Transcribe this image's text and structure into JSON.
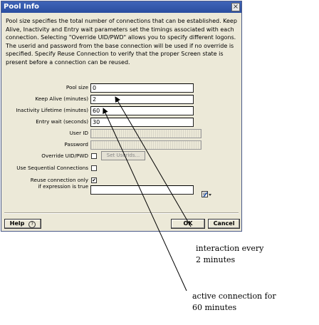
{
  "dialog": {
    "title": "Pool Info",
    "close_glyph": "×",
    "description": "Pool size specifies the total number of connections that can be established.  Keep Alive, Inactivity and Entry wait parameters set the timings associated with each connection.  Selecting \"Override UID/PWD\" allows you to specify different logons. The userid and password from the base connection will be used if no override is specified. Specify Reuse Connection to verify that the proper Screen state is present before a connection can be reused.",
    "fields": {
      "pool_size": {
        "label": "Pool size",
        "value": "0"
      },
      "keep_alive": {
        "label": "Keep Alive (minutes)",
        "value": "2"
      },
      "inactivity": {
        "label": "Inactivity Lifetime (minutes)",
        "value": "60"
      },
      "entry_wait": {
        "label": "Entry wait (seconds)",
        "value": "30"
      },
      "user_id": {
        "label": "User ID"
      },
      "password": {
        "label": "Password"
      }
    },
    "override": {
      "label": "Override UID/PWD",
      "checked": false,
      "button_label": "Set Userids..."
    },
    "sequential": {
      "label": "Use Sequential Connections",
      "checked": false
    },
    "reuse": {
      "label_line1": "Reuse connection only",
      "label_line2": "if expression is true",
      "checked": true,
      "check_glyph": "✔"
    },
    "buttons": {
      "help": "Help",
      "help_icon": "?",
      "ok": "OK",
      "cancel": "Cancel"
    },
    "edit_icon": "edit-pencil-icon"
  },
  "annotations": {
    "keep_alive_note_line1": "interaction every",
    "keep_alive_note_line2": "2 minutes",
    "inactivity_note_line1": "active connection for",
    "inactivity_note_line2": "60 minutes"
  }
}
